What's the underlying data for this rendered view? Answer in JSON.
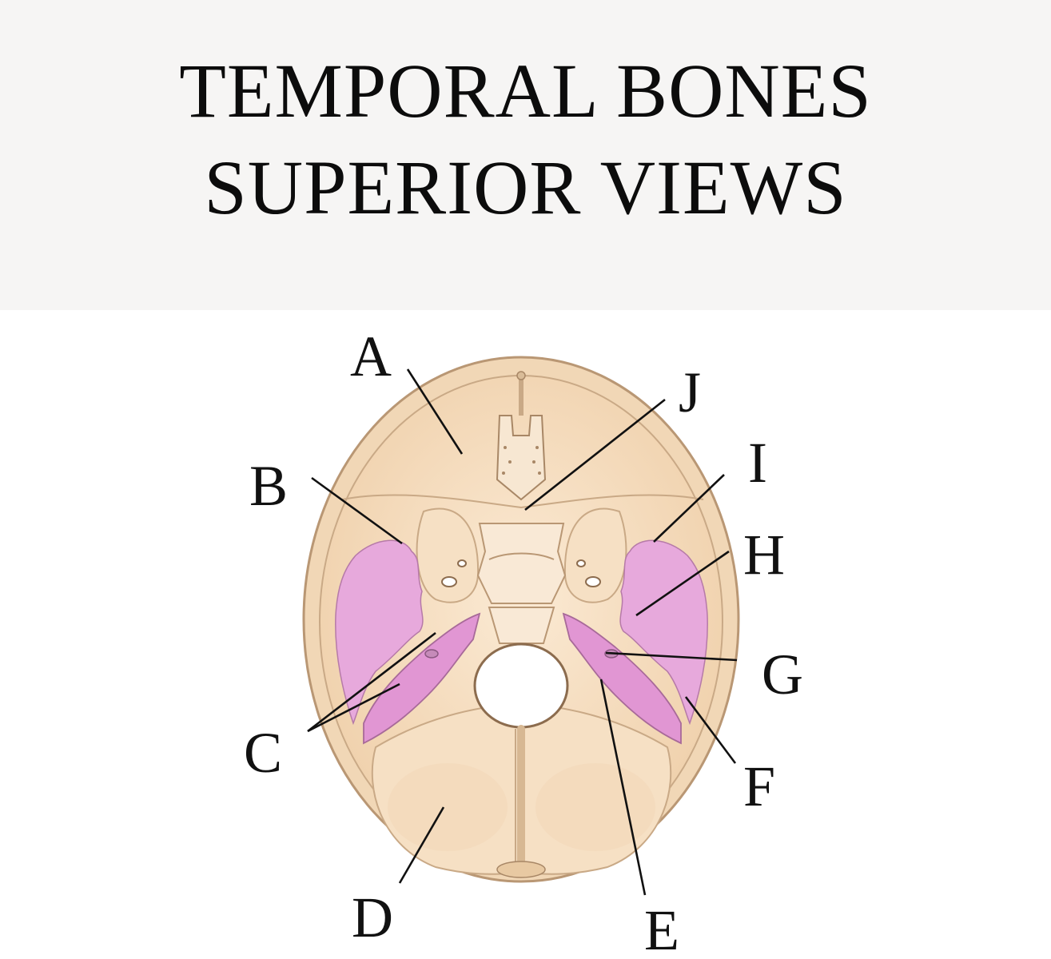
{
  "header": {
    "title_line_1": "TEMPORAL BONES",
    "title_line_2": "SUPERIOR VIEWS"
  },
  "labels": {
    "A": "A",
    "B": "B",
    "C": "C",
    "D": "D",
    "E": "E",
    "F": "F",
    "G": "G",
    "H": "H",
    "I": "I",
    "J": "J"
  },
  "colors": {
    "header_bg": "#f6f5f4",
    "bone": "#f4dcbd",
    "bone_outline": "#c9a986",
    "temporal_highlight": "#e7a9dc"
  }
}
